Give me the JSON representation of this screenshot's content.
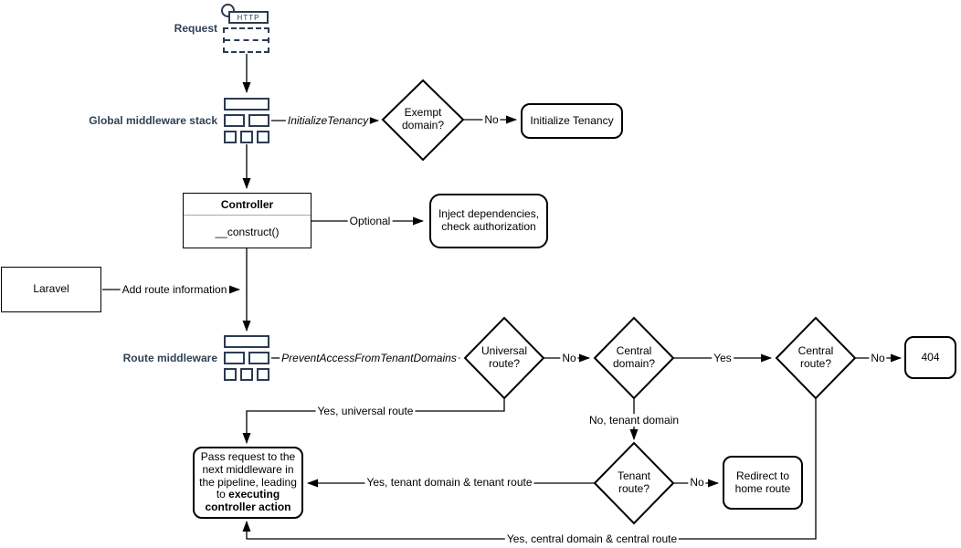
{
  "diagram": {
    "side_labels": {
      "request": "Request",
      "global_middleware": "Global middleware stack",
      "route_middleware": "Route middleware"
    },
    "icons": {
      "http_request": "HTTP"
    },
    "nodes": {
      "exempt_domain": "Exempt domain?",
      "initialize_tenancy": "Initialize Tenancy",
      "controller": "Controller",
      "construct": "__construct()",
      "inject": "Inject dependencies, check authorization",
      "laravel": "Laravel",
      "universal_route": "Universal route?",
      "central_domain": "Central domain?",
      "central_route": "Central route?",
      "not_found": "404",
      "tenant_route": "Tenant route?",
      "redirect_home": "Redirect to home route",
      "pass_request_text": "Pass request to the next middleware in the pipeline, leading to ",
      "pass_request_bold": "executing controller action"
    },
    "edge_labels": {
      "initialize_tenancy_mw": "InitializeTenancy",
      "exempt_no": "No",
      "optional": "Optional",
      "add_route_information": "Add route information",
      "prevent_access_mw": "PreventAccessFromTenantDomains",
      "universal_no": "No",
      "central_domain_yes": "Yes",
      "central_route_no": "No",
      "yes_universal_route": "Yes, universal route",
      "no_tenant_domain": "No, tenant domain",
      "tenant_route_no": "No",
      "yes_tenant_domain_route": "Yes, tenant domain & tenant route",
      "yes_central_domain_route": "Yes, central domain & central route"
    },
    "colors": {
      "label_text": "#2f4154",
      "icon_stroke": "#2d3b51",
      "shape_stroke": "#000000",
      "background": "#ffffff"
    }
  }
}
